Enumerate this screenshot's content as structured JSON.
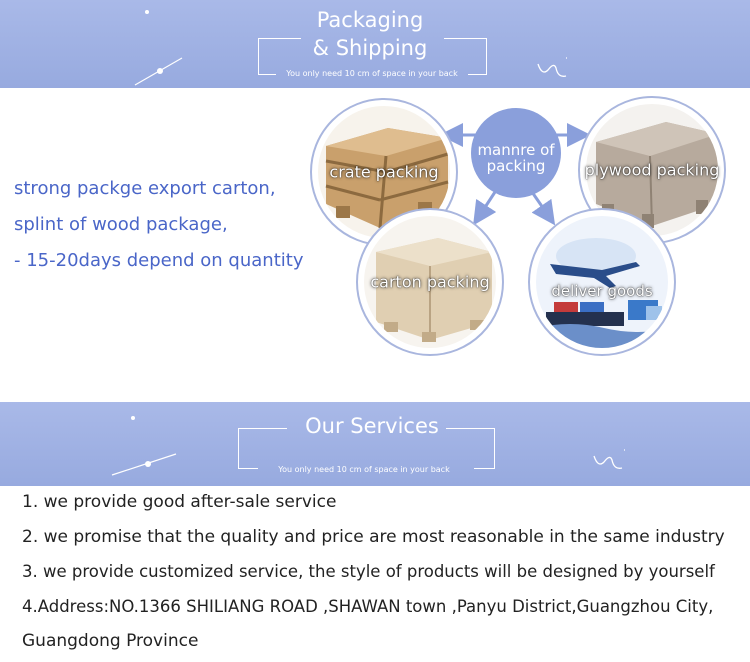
{
  "packaging_banner": {
    "title_line1": "Packaging",
    "title_line2": "& Shipping",
    "subtitle": "You only need 10 cm of space in your back"
  },
  "packaging_text": {
    "line1": "strong packge export carton,",
    "line2": "splint of wood package,",
    "line3": "- 15-20days depend on quantity"
  },
  "diagram": {
    "hub_line1": "mannre of",
    "hub_line2": "packing",
    "crate": "crate packing",
    "plywood": "plywood packing",
    "carton": "carton packing",
    "deliver": "deliver goods"
  },
  "services_banner": {
    "title": "Our Services",
    "subtitle": "You only need 10 cm of space in your back"
  },
  "services": {
    "item1": "1. we provide good after-sale service",
    "item2": "2. we promise that the quality and price are most reasonable in the same industry",
    "item3": "3. we provide customized service, the style of products will be designed by yourself",
    "item4_line1": "4.Address:NO.1366 SHILIANG ROAD ,SHAWAN town ,Panyu District,Guangzhou City,",
    "item4_line2": "Guangdong Province"
  },
  "colors": {
    "banner": "#a0b2e4",
    "accent_text": "#4a66c8",
    "hub": "#8a9fdb",
    "circle_border": "#a9b6de"
  }
}
